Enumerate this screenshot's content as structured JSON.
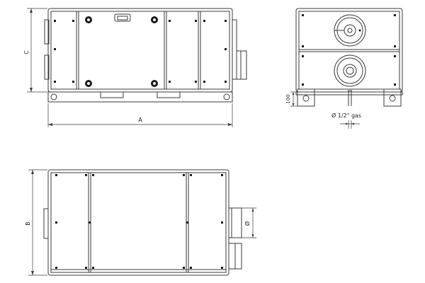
{
  "drawing": {
    "colors": {
      "line": "#3a3a3a",
      "panel": "#ffffff",
      "bolt": "#1a1a1a"
    },
    "labels": {
      "dim_a": "A",
      "dim_b": "B",
      "dim_c": "C",
      "dim_100": "100",
      "dim_phi": "Ø",
      "gas_connection": "Ø 1/2\" gas"
    }
  }
}
